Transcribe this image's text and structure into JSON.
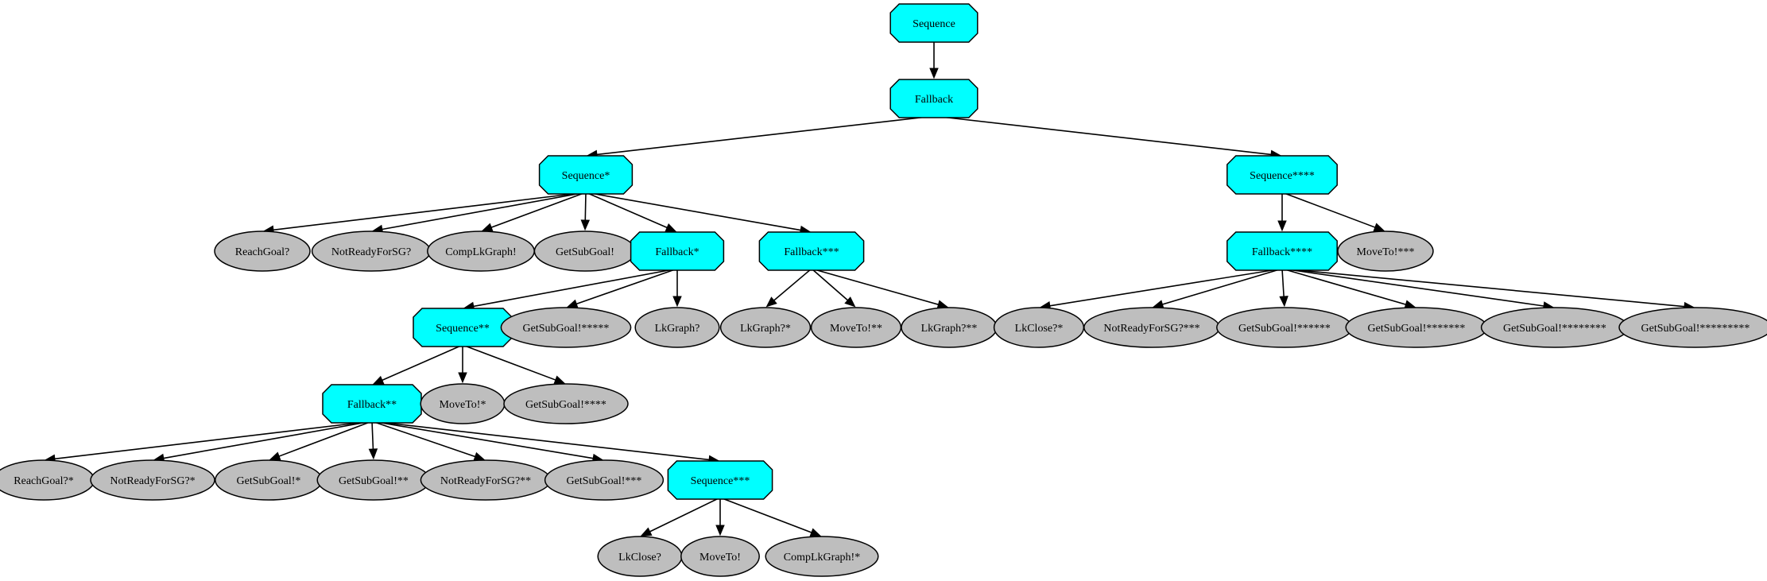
{
  "colors": {
    "control_node": "#00ffff",
    "leaf_node": "#bebebe",
    "edge": "#000000"
  },
  "nodes": [
    {
      "id": "n0",
      "label": "Sequence",
      "kind": "control"
    },
    {
      "id": "n1",
      "label": "Fallback",
      "kind": "control"
    },
    {
      "id": "n2",
      "label": "Sequence*",
      "kind": "control"
    },
    {
      "id": "n3",
      "label": "Sequence****",
      "kind": "control"
    },
    {
      "id": "n4",
      "label": "ReachGoal?",
      "kind": "leaf"
    },
    {
      "id": "n5",
      "label": "NotReadyForSG?",
      "kind": "leaf"
    },
    {
      "id": "n6",
      "label": "CompLkGraph!",
      "kind": "leaf"
    },
    {
      "id": "n7",
      "label": "GetSubGoal!",
      "kind": "leaf"
    },
    {
      "id": "n8",
      "label": "Fallback*",
      "kind": "control"
    },
    {
      "id": "n9",
      "label": "Fallback***",
      "kind": "control"
    },
    {
      "id": "n10",
      "label": "Fallback****",
      "kind": "control"
    },
    {
      "id": "n11",
      "label": "MoveTo!***",
      "kind": "leaf"
    },
    {
      "id": "n12",
      "label": "Sequence**",
      "kind": "control"
    },
    {
      "id": "n13",
      "label": "GetSubGoal!*****",
      "kind": "leaf"
    },
    {
      "id": "n14",
      "label": "LkGraph?",
      "kind": "leaf"
    },
    {
      "id": "n15",
      "label": "LkGraph?*",
      "kind": "leaf"
    },
    {
      "id": "n16",
      "label": "MoveTo!**",
      "kind": "leaf"
    },
    {
      "id": "n17",
      "label": "LkGraph?**",
      "kind": "leaf"
    },
    {
      "id": "n18",
      "label": "LkClose?*",
      "kind": "leaf"
    },
    {
      "id": "n19",
      "label": "NotReadyForSG?***",
      "kind": "leaf"
    },
    {
      "id": "n20",
      "label": "GetSubGoal!******",
      "kind": "leaf"
    },
    {
      "id": "n21",
      "label": "GetSubGoal!*******",
      "kind": "leaf"
    },
    {
      "id": "n22",
      "label": "GetSubGoal!********",
      "kind": "leaf"
    },
    {
      "id": "n23",
      "label": "GetSubGoal!*********",
      "kind": "leaf"
    },
    {
      "id": "n24",
      "label": "Fallback**",
      "kind": "control"
    },
    {
      "id": "n25",
      "label": "MoveTo!*",
      "kind": "leaf"
    },
    {
      "id": "n26",
      "label": "GetSubGoal!****",
      "kind": "leaf"
    },
    {
      "id": "n27",
      "label": "ReachGoal?*",
      "kind": "leaf"
    },
    {
      "id": "n28",
      "label": "NotReadyForSG?*",
      "kind": "leaf"
    },
    {
      "id": "n29",
      "label": "GetSubGoal!*",
      "kind": "leaf"
    },
    {
      "id": "n30",
      "label": "GetSubGoal!**",
      "kind": "leaf"
    },
    {
      "id": "n31",
      "label": "NotReadyForSG?**",
      "kind": "leaf"
    },
    {
      "id": "n32",
      "label": "GetSubGoal!***",
      "kind": "leaf"
    },
    {
      "id": "n33",
      "label": "Sequence***",
      "kind": "control"
    },
    {
      "id": "n34",
      "label": "LkClose?",
      "kind": "leaf"
    },
    {
      "id": "n35",
      "label": "MoveTo!",
      "kind": "leaf"
    },
    {
      "id": "n36",
      "label": "CompLkGraph!*",
      "kind": "leaf"
    }
  ],
  "edges": [
    [
      "n0",
      "n1"
    ],
    [
      "n1",
      "n2"
    ],
    [
      "n1",
      "n3"
    ],
    [
      "n2",
      "n4"
    ],
    [
      "n2",
      "n5"
    ],
    [
      "n2",
      "n6"
    ],
    [
      "n2",
      "n7"
    ],
    [
      "n2",
      "n8"
    ],
    [
      "n2",
      "n9"
    ],
    [
      "n3",
      "n10"
    ],
    [
      "n3",
      "n11"
    ],
    [
      "n8",
      "n12"
    ],
    [
      "n8",
      "n13"
    ],
    [
      "n8",
      "n14"
    ],
    [
      "n9",
      "n15"
    ],
    [
      "n9",
      "n16"
    ],
    [
      "n9",
      "n17"
    ],
    [
      "n10",
      "n18"
    ],
    [
      "n10",
      "n19"
    ],
    [
      "n10",
      "n20"
    ],
    [
      "n10",
      "n21"
    ],
    [
      "n10",
      "n22"
    ],
    [
      "n10",
      "n23"
    ],
    [
      "n12",
      "n24"
    ],
    [
      "n12",
      "n25"
    ],
    [
      "n12",
      "n26"
    ],
    [
      "n24",
      "n27"
    ],
    [
      "n24",
      "n28"
    ],
    [
      "n24",
      "n29"
    ],
    [
      "n24",
      "n30"
    ],
    [
      "n24",
      "n31"
    ],
    [
      "n24",
      "n32"
    ],
    [
      "n24",
      "n33"
    ],
    [
      "n33",
      "n34"
    ],
    [
      "n33",
      "n35"
    ],
    [
      "n33",
      "n36"
    ]
  ]
}
